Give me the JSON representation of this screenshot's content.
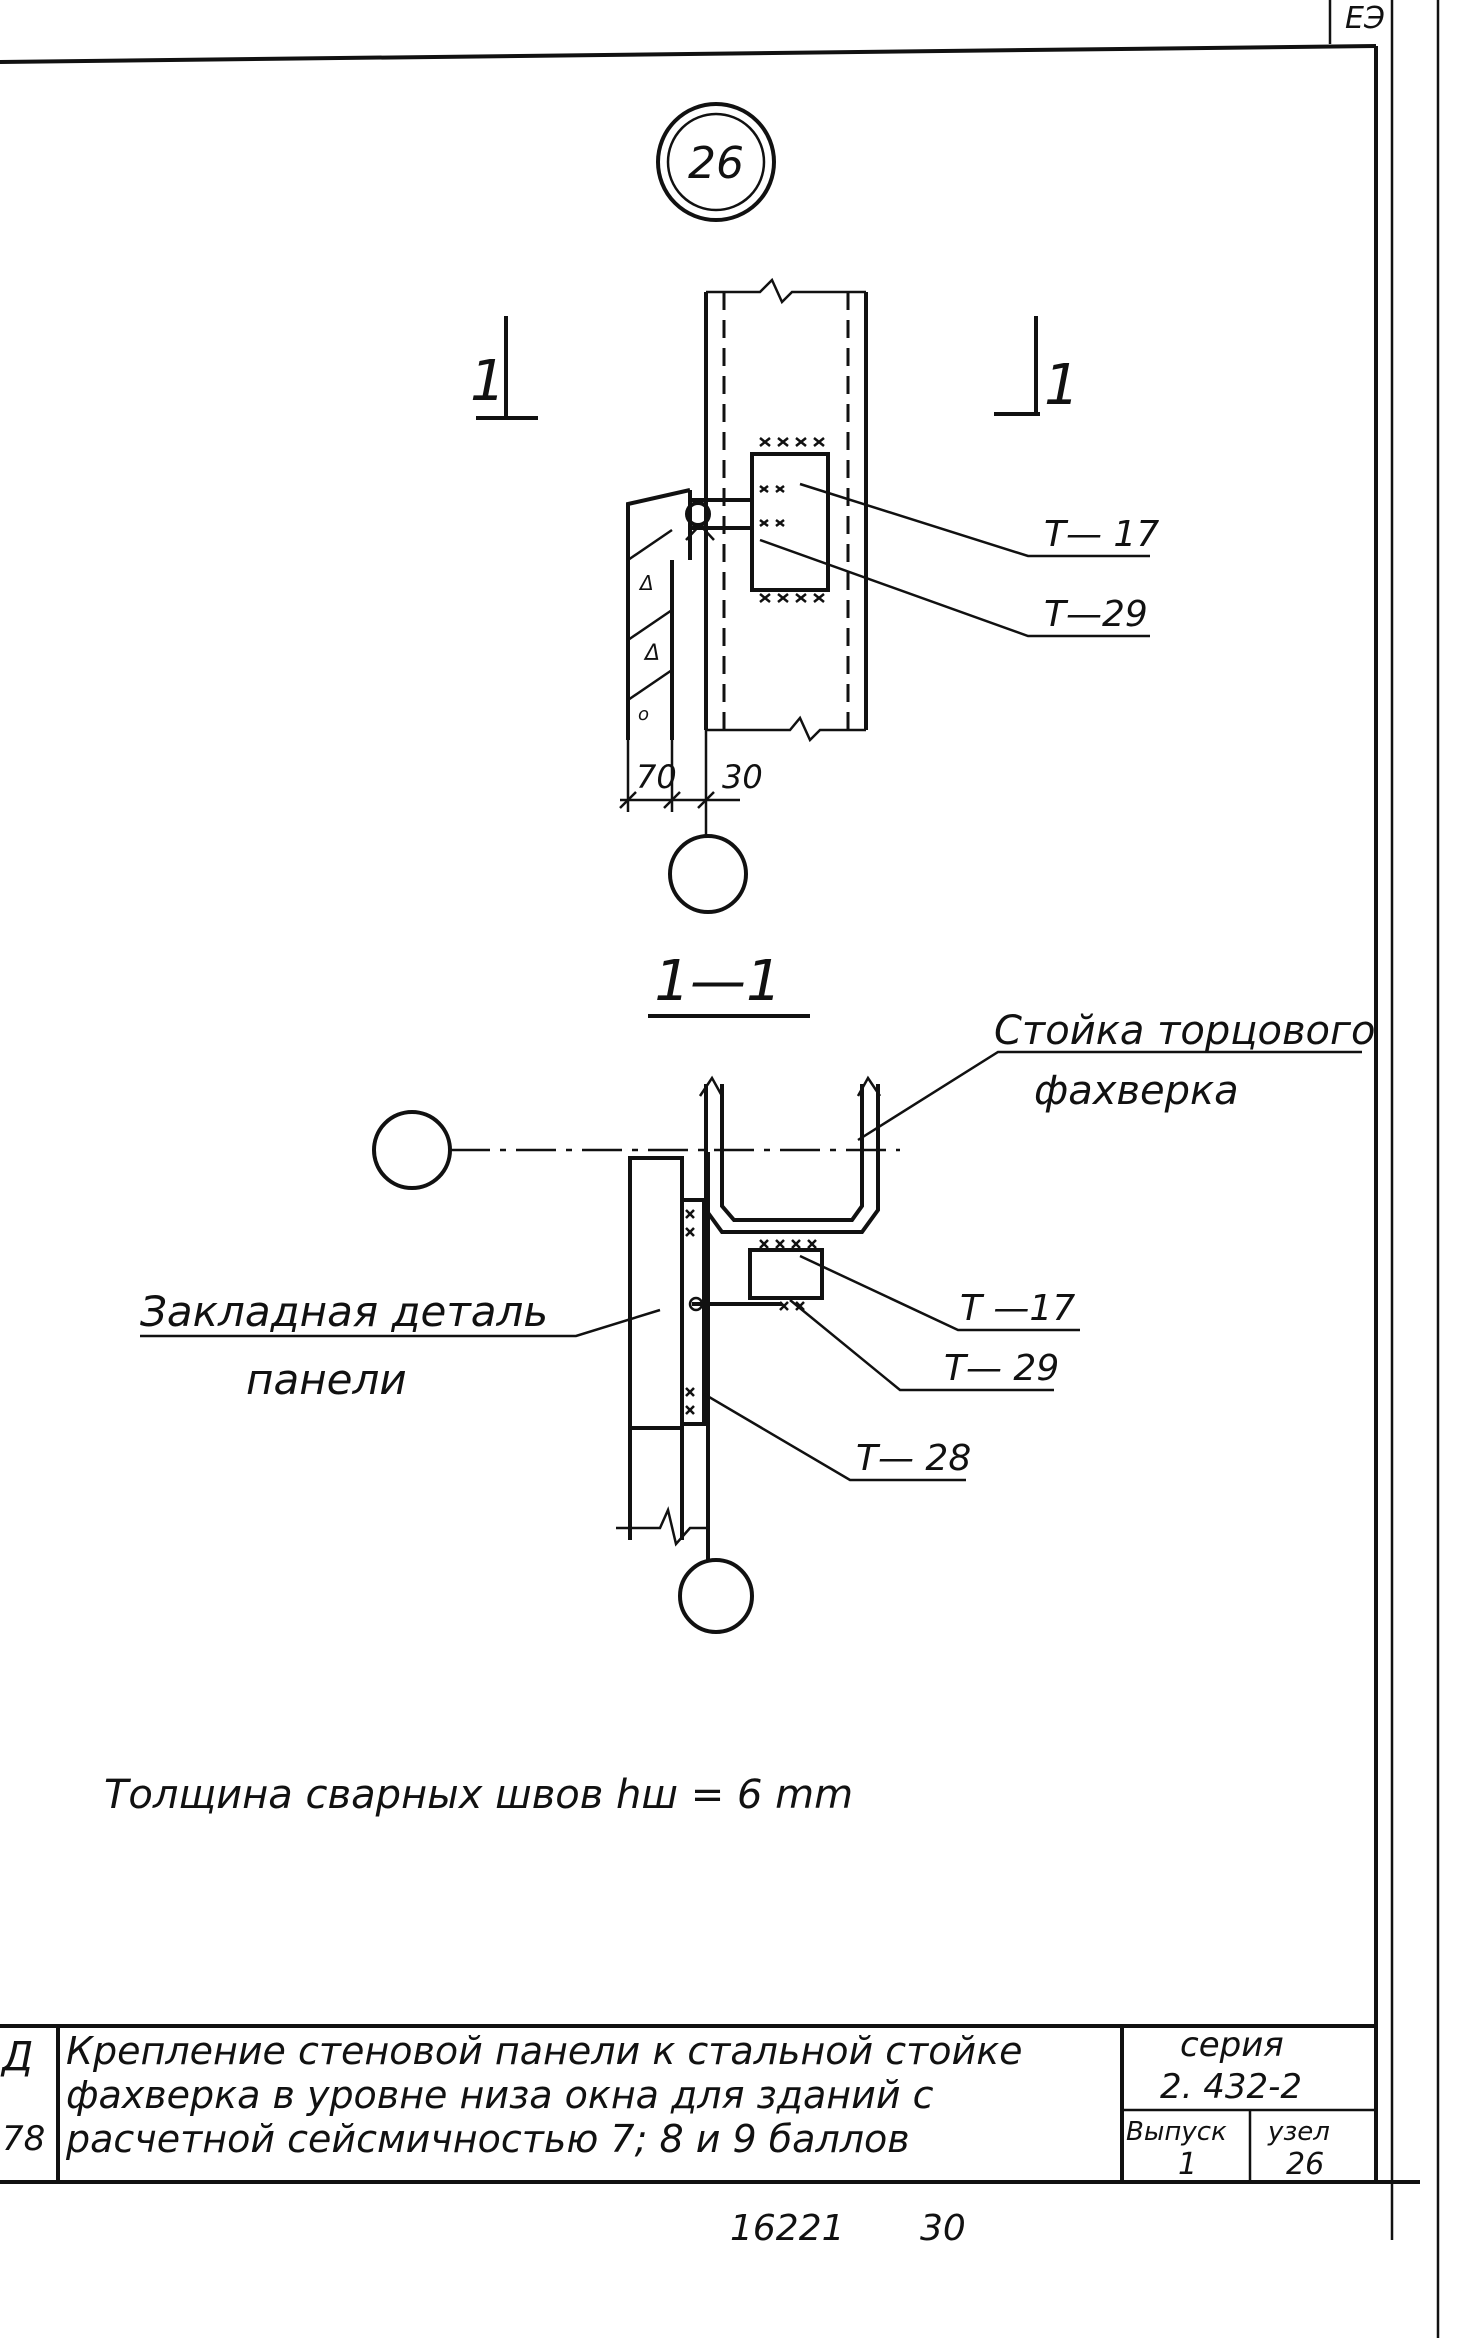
{
  "node_number": "26",
  "corner_mark": "ЕЭ",
  "section_mark_left": "1",
  "section_mark_right": "1",
  "dim_left": "70",
  "dim_right": "30",
  "section_title": "1—1",
  "labels": {
    "t17_top": "Т— 17",
    "t29_top": "Т—29",
    "column_line1": "Стойка торцового",
    "column_line2": "фахверка",
    "embed_line1": "Закладная деталь",
    "embed_line2": "панели",
    "t17_bottom": "Т —17",
    "t29_bottom": "Т— 29",
    "t28_bottom": "Т— 28"
  },
  "note": "Толщина сварных   швов   hш = 6 mm",
  "title_block": {
    "title_line1": "Крепление стеновой панели к стальной стойке",
    "title_line2": "фахверка в уровне низа окна для зданий с",
    "title_line3": "расчетной сейсмичностью   7; 8 и 9 баллов",
    "series_label": "серия",
    "series_value": "2. 432-2",
    "issue_label": "Выпуск",
    "issue_value": "1",
    "node_label": "узел",
    "node_value": "26",
    "left_edge_marks": "Д\n78"
  },
  "footer_number": "16221",
  "footer_sheet": "30"
}
